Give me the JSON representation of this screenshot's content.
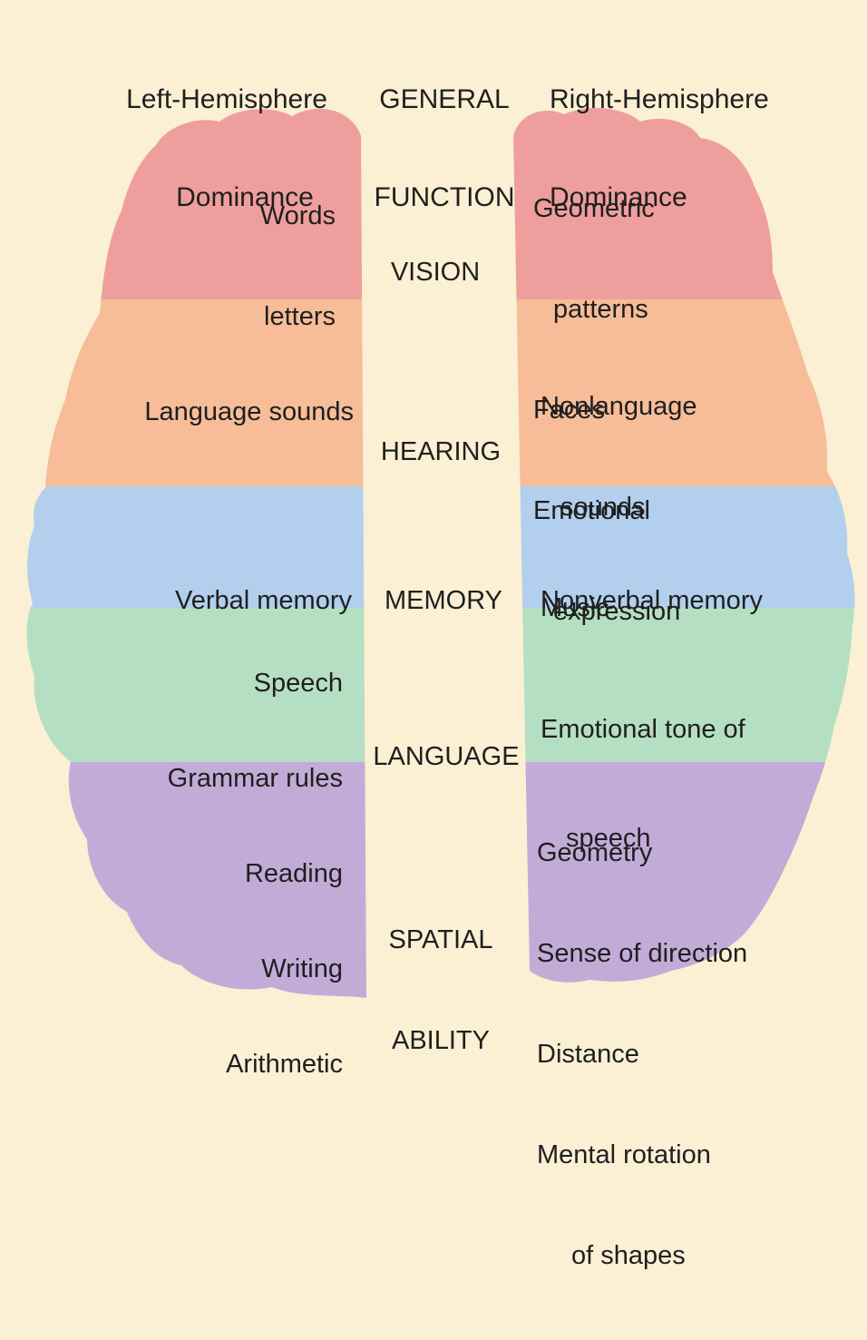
{
  "header": {
    "left": [
      "Left-Hemisphere",
      "Dominance"
    ],
    "center": [
      "GENERAL",
      "FUNCTION"
    ],
    "right": [
      "Right-Hemisphere",
      "Dominance"
    ]
  },
  "colors": {
    "background": "#fbf0d3",
    "vision": "#ee9f9d",
    "hearing": "#f6bd98",
    "memory": "#b2cfee",
    "language": "#b5dfc3",
    "spatial": "#c3abd8"
  },
  "regions": [
    {
      "function": [
        "VISION"
      ],
      "left": [
        "Words",
        "letters"
      ],
      "right": [
        "Geometric",
        "patterns",
        "Faces",
        "Emotional",
        "expression"
      ]
    },
    {
      "function": [
        "HEARING"
      ],
      "left": [
        "Language sounds"
      ],
      "right": [
        "Nonlanguage",
        "sounds",
        "Music"
      ]
    },
    {
      "function": [
        "MEMORY"
      ],
      "left": [
        "Verbal memory"
      ],
      "right": [
        "Nonverbal memory"
      ]
    },
    {
      "function": [
        "LANGUAGE"
      ],
      "left": [
        "Speech",
        "Grammar rules",
        "Reading",
        "Writing",
        "Arithmetic"
      ],
      "right": [
        "Emotional tone of",
        "speech"
      ]
    },
    {
      "function": [
        "SPATIAL",
        "ABILITY"
      ],
      "left": [],
      "right": [
        "Geometry",
        "Sense of direction",
        "Distance",
        "Mental rotation",
        "of shapes"
      ]
    }
  ]
}
